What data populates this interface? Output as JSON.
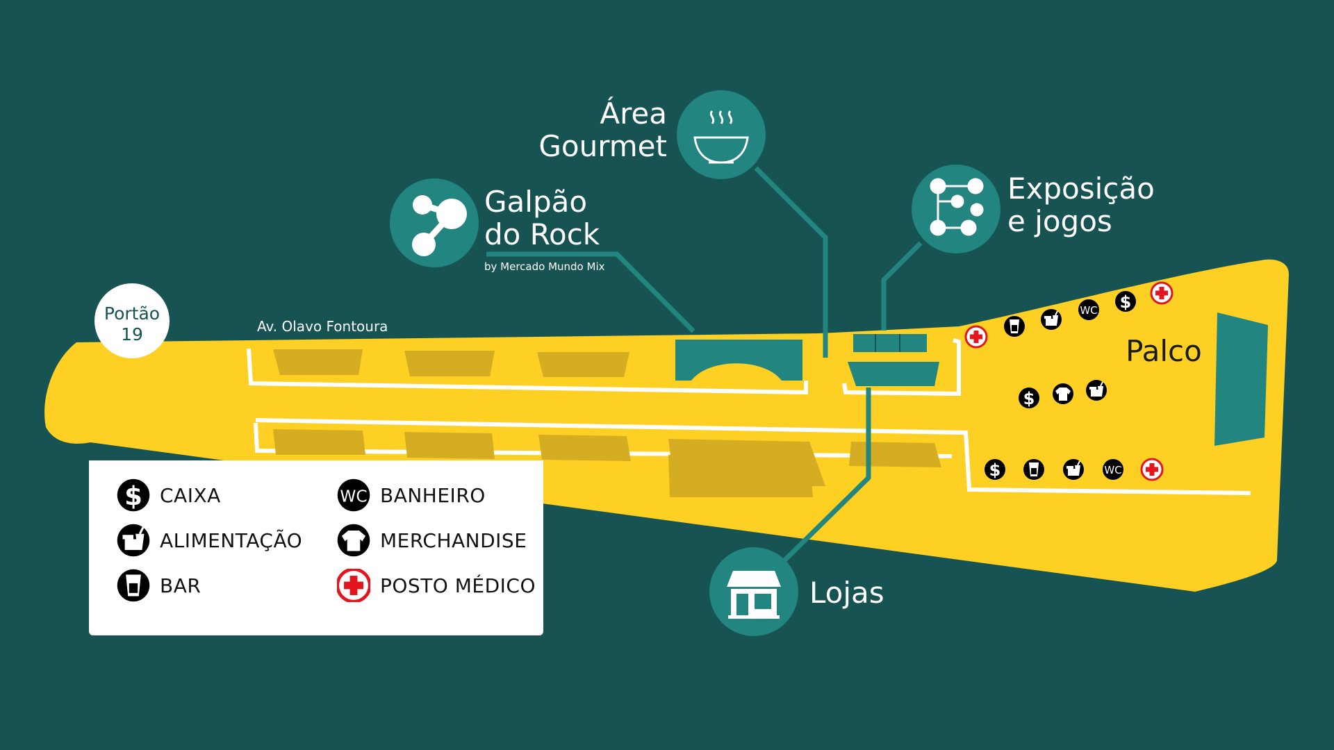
{
  "colors": {
    "background": "#175352",
    "yellow": "#fdd023",
    "teal": "#22857f",
    "white": "#ffffff",
    "black": "#000000",
    "red": "#e3161f"
  },
  "map": {
    "gate": {
      "line1": "Portão",
      "line2": "19"
    },
    "street_label": "Av. Olavo Fontoura",
    "stage_label": "Palco",
    "areas": {
      "galpao": {
        "line1": "Galpão",
        "line2": "do Rock",
        "subtitle": "by Mercado Mundo Mix",
        "icon": "molecule-icon"
      },
      "gourmet": {
        "line1": "Área",
        "line2": "Gourmet",
        "icon": "soup-bowl-icon"
      },
      "exposicao": {
        "line1": "Exposição",
        "line2": "e jogos",
        "icon": "network-icon"
      },
      "lojas": {
        "line1": "Lojas",
        "icon": "storefront-icon"
      }
    },
    "map_icons": [
      {
        "type": "medical",
        "name": "first-aid-icon"
      },
      {
        "type": "bar",
        "name": "beer-glass-icon"
      },
      {
        "type": "food",
        "name": "food-icon"
      },
      {
        "type": "wc",
        "name": "wc-icon",
        "text": "WC"
      },
      {
        "type": "cash",
        "name": "dollar-icon"
      },
      {
        "type": "medical",
        "name": "first-aid-icon"
      },
      {
        "type": "cash",
        "name": "dollar-icon"
      },
      {
        "type": "merch",
        "name": "tshirt-icon"
      },
      {
        "type": "food",
        "name": "food-icon"
      },
      {
        "type": "cash",
        "name": "dollar-icon"
      },
      {
        "type": "bar",
        "name": "beer-glass-icon"
      },
      {
        "type": "food",
        "name": "food-icon"
      },
      {
        "type": "wc",
        "name": "wc-icon",
        "text": "WC"
      },
      {
        "type": "medical",
        "name": "first-aid-icon"
      }
    ]
  },
  "legend": {
    "items": [
      {
        "type": "cash",
        "icon": "dollar-icon",
        "label": "CAIXA"
      },
      {
        "type": "wc",
        "icon": "wc-icon",
        "label": "BANHEIRO",
        "text": "WC"
      },
      {
        "type": "food",
        "icon": "food-icon",
        "label": "ALIMENTAÇÃO"
      },
      {
        "type": "merch",
        "icon": "tshirt-icon",
        "label": "MERCHANDISE"
      },
      {
        "type": "bar",
        "icon": "beer-glass-icon",
        "label": "BAR"
      },
      {
        "type": "medical",
        "icon": "first-aid-icon",
        "label": "POSTO MÉDICO"
      }
    ]
  }
}
